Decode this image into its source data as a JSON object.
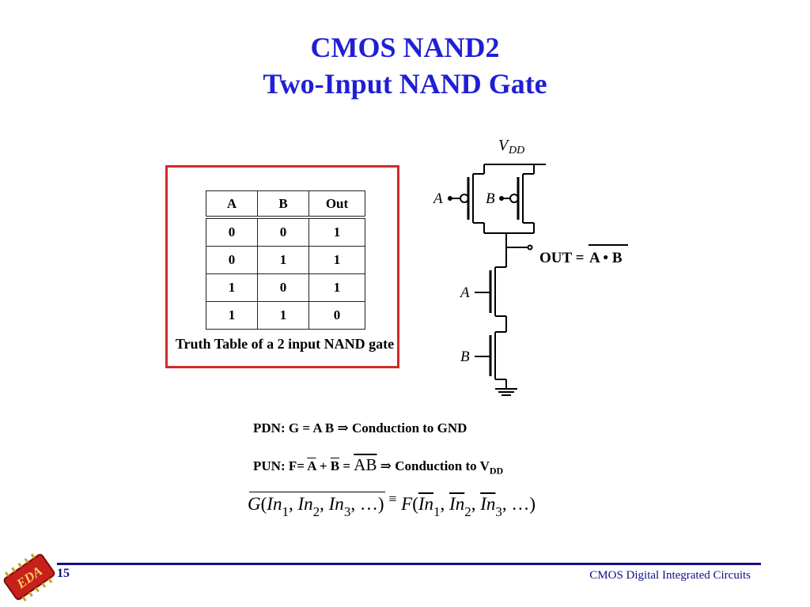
{
  "slide": {
    "title_line1": "CMOS NAND2",
    "title_line2": "Two-Input NAND Gate",
    "page_number": "15",
    "footer": "CMOS Digital Integrated Circuits",
    "logo_text": "EDA",
    "colors": {
      "title": "#1f1fd6",
      "box_border": "#d32a2a",
      "footer": "#101088"
    }
  },
  "truth_table": {
    "headers": [
      "A",
      "B",
      "Out"
    ],
    "rows": [
      [
        "0",
        "0",
        "1"
      ],
      [
        "0",
        "1",
        "1"
      ],
      [
        "1",
        "0",
        "1"
      ],
      [
        "1",
        "1",
        "0"
      ]
    ],
    "caption": "Truth Table of a 2 input NAND gate"
  },
  "circuit": {
    "vdd_label": "V",
    "vdd_sub": "DD",
    "input_a": "A",
    "input_b": "B",
    "out_prefix": "OUT = ",
    "out_expr": "A • B"
  },
  "equations": {
    "pdn": "PDN: G = A B    ⇒     Conduction to GND",
    "pun_prefix": "PUN: F= ",
    "pun_a": "A",
    "pun_plus": " + ",
    "pun_b": "B",
    "pun_eq": "   = ",
    "pun_ab": "AB",
    "pun_arrow": " ⇒      Conduction to V",
    "pun_sub": "DD",
    "general_g": "G",
    "general_f": "F",
    "in": "In",
    "sub1": "1",
    "sub2": "2",
    "sub3": "3",
    "ellipsis": "…",
    "equiv": "≡"
  }
}
